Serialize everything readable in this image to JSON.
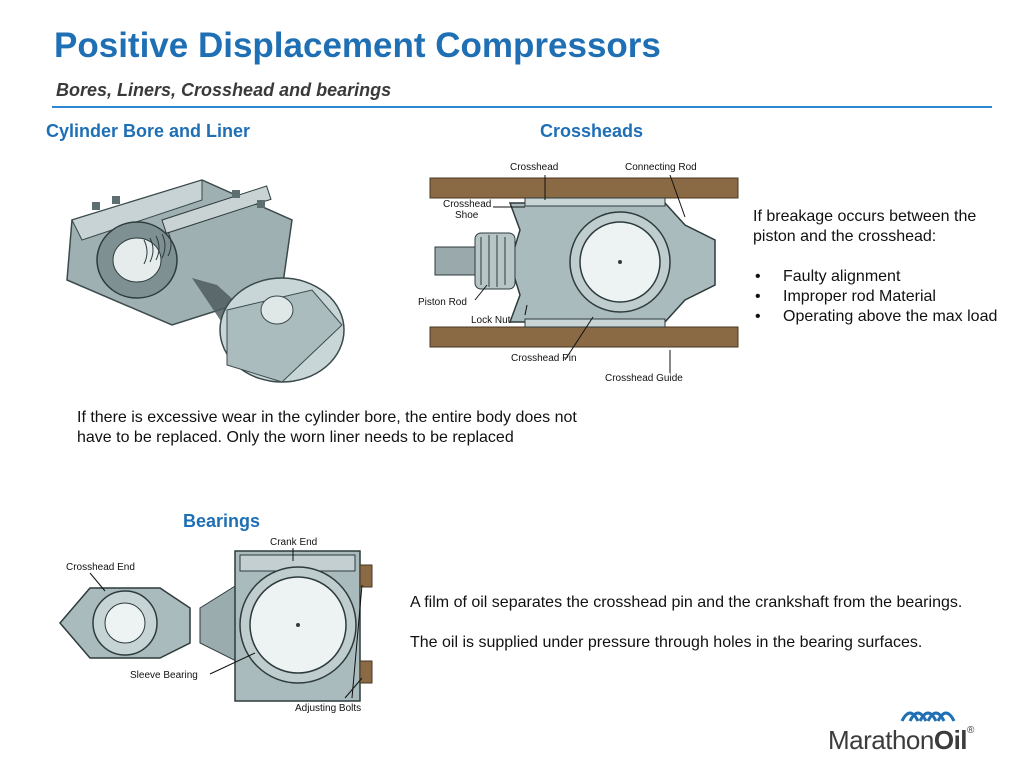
{
  "header": {
    "title": "Positive Displacement Compressors",
    "subtitle": "Bores, Liners, Crosshead and bearings"
  },
  "sections": {
    "bore": {
      "heading": "Cylinder Bore and Liner",
      "text": "If there is excessive wear in the cylinder bore, the entire body does not have to be replaced.  Only the worn liner needs to be replaced"
    },
    "crossheads": {
      "heading": "Crossheads",
      "labels": {
        "crosshead": "Crosshead",
        "connecting_rod": "Connecting Rod",
        "crosshead_shoe_1": "Crosshead",
        "crosshead_shoe_2": "Shoe",
        "piston_rod": "Piston Rod",
        "lock_nut": "Lock Nut",
        "crosshead_pin": "Crosshead Pin",
        "crosshead_guide": "Crosshead Guide"
      },
      "intro": "If breakage occurs between the piston and the crosshead:",
      "bullets": [
        "Faulty alignment",
        "Improper rod Material",
        "Operating above the max load"
      ],
      "bullet_char": "•"
    },
    "bearings": {
      "heading": "Bearings",
      "labels": {
        "crank_end": "Crank End",
        "crosshead_end": "Crosshead End",
        "sleeve_bearing": "Sleeve Bearing",
        "adjusting_bolts": "Adjusting Bolts"
      },
      "text1": "A film of oil separates the crosshead pin and the crankshaft from the bearings.",
      "text2": "The oil is supplied under pressure through holes in the bearing surfaces."
    }
  },
  "logo": {
    "name_part1": "Marathon",
    "name_part2": "Oil",
    "reg": "®",
    "color": "#1f6fb5"
  },
  "colors": {
    "title": "#1f6fb5",
    "rule": "#2f86d1",
    "wood": "#8a6a45",
    "metal": "#a9bbbd"
  }
}
